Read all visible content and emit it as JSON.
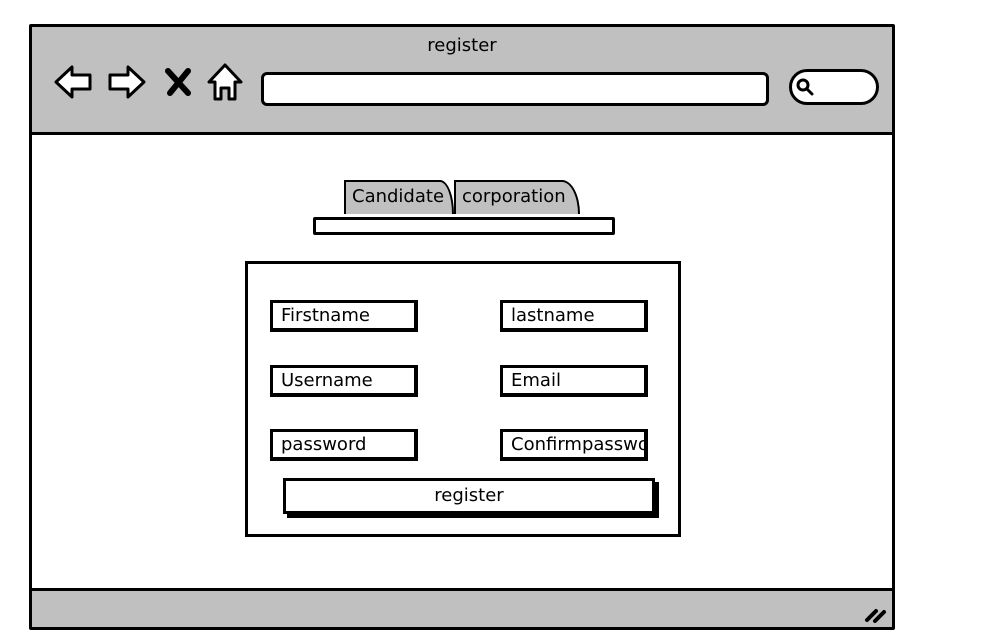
{
  "window": {
    "title": "register"
  },
  "toolbar": {
    "icons": [
      "back-arrow-icon",
      "forward-arrow-icon",
      "close-icon",
      "home-icon",
      "search-icon"
    ],
    "url_value": "",
    "search_value": ""
  },
  "tabs": [
    {
      "label": "Candidate",
      "selected": true
    },
    {
      "label": "corporation",
      "selected": false
    }
  ],
  "form": {
    "firstname_placeholder": "Firstname",
    "lastname_placeholder": "lastname",
    "username_placeholder": "Username",
    "email_placeholder": "Email",
    "password_placeholder": "password",
    "confirm_password_placeholder": "Confirmpasswo",
    "submit_label": "register"
  },
  "colors": {
    "chrome": "#c0c0c0",
    "stroke": "#000000",
    "background": "#ffffff"
  }
}
